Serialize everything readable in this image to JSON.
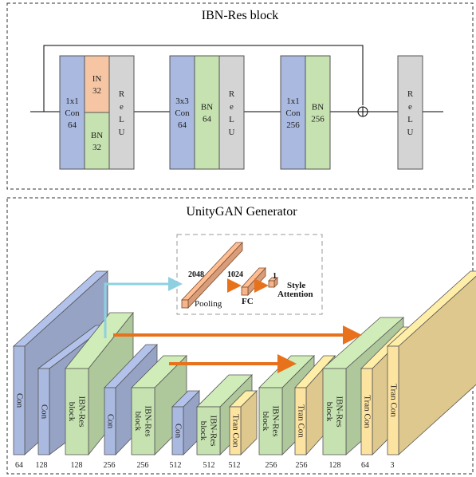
{
  "top_panel": {
    "title": "IBN-Res block",
    "blocks": [
      {
        "lines": [
          "1x1",
          "Con",
          "64"
        ],
        "color": "#aab9e0"
      },
      {
        "lines": [
          "IN",
          "32"
        ],
        "color": "#f6c6a4"
      },
      {
        "lines": [
          "BN",
          "32"
        ],
        "color": "#c6e2b0"
      },
      {
        "lines": [
          "R",
          "e",
          "L",
          "U"
        ],
        "color": "#d4d4d4"
      },
      {
        "lines": [
          "3x3",
          "Con",
          "64"
        ],
        "color": "#aab9e0"
      },
      {
        "lines": [
          "BN",
          "64"
        ],
        "color": "#c6e2b0"
      },
      {
        "lines": [
          "R",
          "e",
          "L",
          "U"
        ],
        "color": "#d4d4d4"
      },
      {
        "lines": [
          "1x1",
          "Con",
          "256"
        ],
        "color": "#aab9e0"
      },
      {
        "lines": [
          "BN",
          "256"
        ],
        "color": "#c6e2b0"
      },
      {
        "lines": [
          "R",
          "e",
          "L",
          "U"
        ],
        "color": "#d4d4d4"
      }
    ],
    "add_symbol": "⊕"
  },
  "bottom_panel": {
    "title": "UnityGAN Generator",
    "layers": [
      {
        "label": "Con",
        "channels": "64",
        "color": "#aab9e0"
      },
      {
        "label": "Con",
        "channels": "128",
        "color": "#aab9e0"
      },
      {
        "label": "IBN-Res block",
        "channels": "128",
        "color": "#c6e2b0"
      },
      {
        "label": "Con",
        "channels": "256",
        "color": "#aab9e0"
      },
      {
        "label": "IBN-Res block",
        "channels": "256",
        "color": "#c6e2b0"
      },
      {
        "label": "Con",
        "channels": "512",
        "color": "#aab9e0"
      },
      {
        "label": "IBN-Res block",
        "channels": "512",
        "color": "#c6e2b0"
      },
      {
        "label": "Tran Con",
        "channels": "512",
        "color": "#fde3a0"
      },
      {
        "label": "IBN-Res block",
        "channels": "256",
        "color": "#c6e2b0"
      },
      {
        "label": "Tran Con",
        "channels": "256",
        "color": "#fde3a0"
      },
      {
        "label": "IBN-Res block",
        "channels": "128",
        "color": "#c6e2b0"
      },
      {
        "label": "Tran Con",
        "channels": "64",
        "color": "#fde3a0"
      },
      {
        "label": "Tran Con",
        "channels": "3",
        "color": "#fde3a0"
      }
    ],
    "style_attention": {
      "dims": [
        "2048",
        "1024",
        "1"
      ],
      "pooling_label": "Pooling",
      "fc_label": "FC",
      "title_lines": [
        "Style",
        "Attention"
      ]
    }
  },
  "colors": {
    "arrow_orange": "#e8711c",
    "arrow_cyan": "#8fd0e0",
    "conv_blue": "#aab9e0",
    "bn_green": "#c6e2b0",
    "in_orange": "#f6c6a4",
    "relu_gray": "#d4d4d4",
    "tran_yellow": "#fde3a0"
  }
}
